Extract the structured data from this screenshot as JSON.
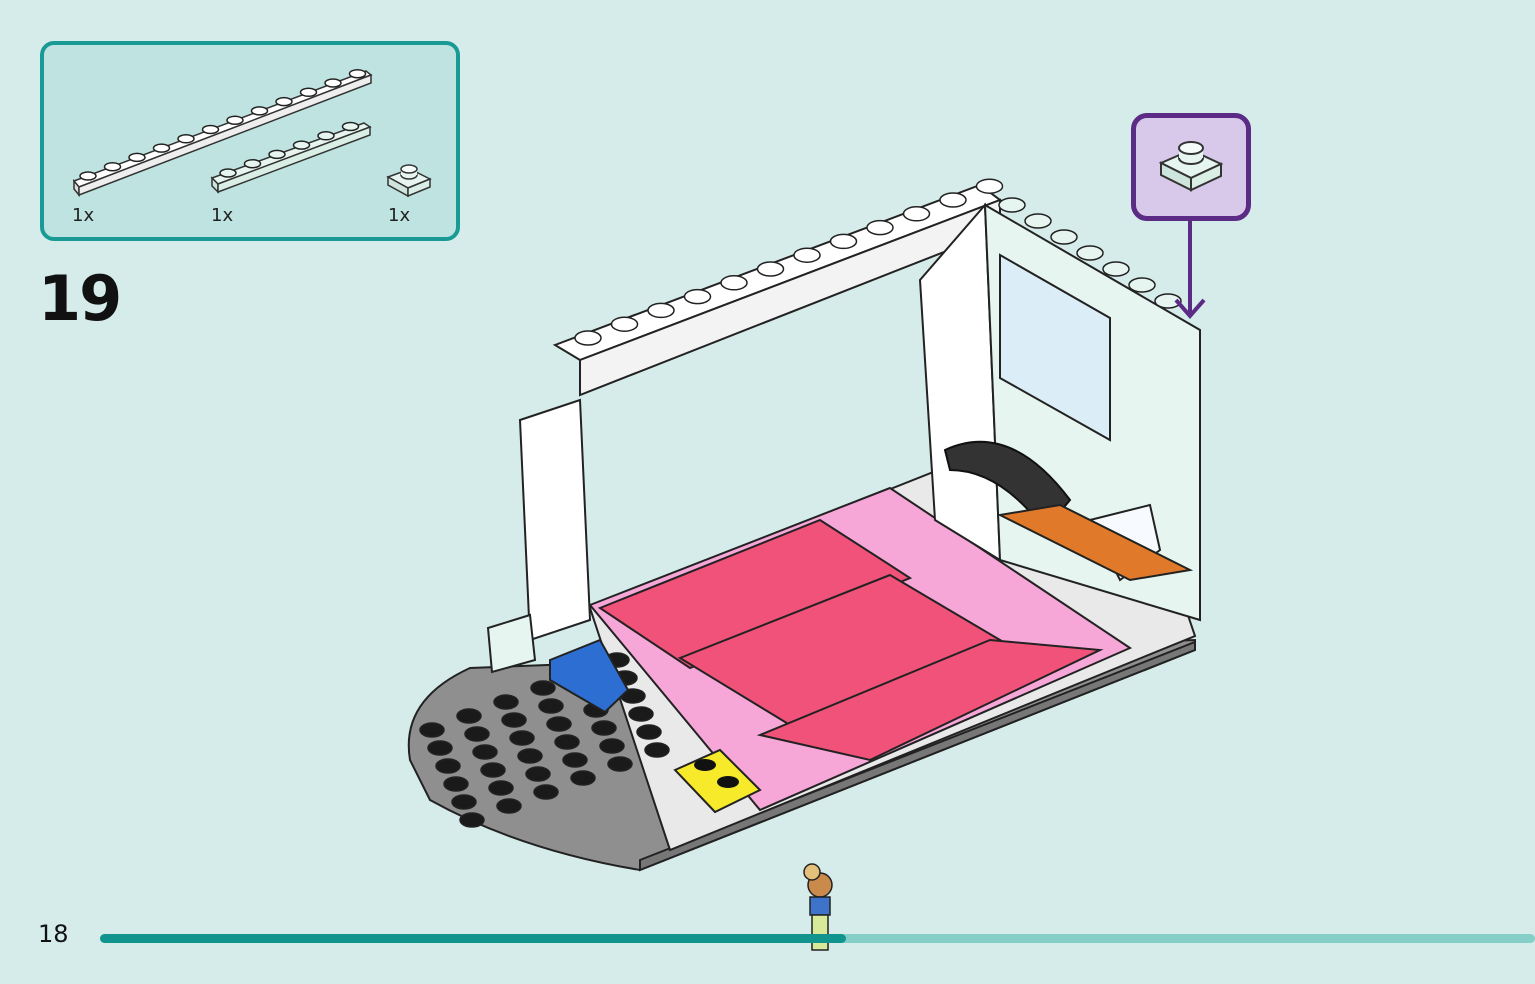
{
  "step": {
    "number": "19"
  },
  "parts_list": {
    "items": [
      {
        "name": "white-plate-1x12",
        "quantity": "1x",
        "color": "#ffffff"
      },
      {
        "name": "light-aqua-plate-1x6",
        "quantity": "1x",
        "color": "#e6f5ef"
      },
      {
        "name": "light-aqua-plate-1x1",
        "quantity": "1x",
        "color": "#e6f5ef"
      }
    ]
  },
  "callout": {
    "part_name": "light-aqua-plate-1x1",
    "color": "#e6f5ef",
    "border_color": "#5b2b86"
  },
  "page": {
    "number": "18",
    "progress_fraction": 0.52
  },
  "colors": {
    "background": "#d6ecea",
    "accent": "#12948e",
    "pink": "#f7a6d8",
    "coral": "#f0527a",
    "gray_base": "#8f8f8f",
    "yellow": "#f6ea2a",
    "blue": "#2c6ed1"
  }
}
